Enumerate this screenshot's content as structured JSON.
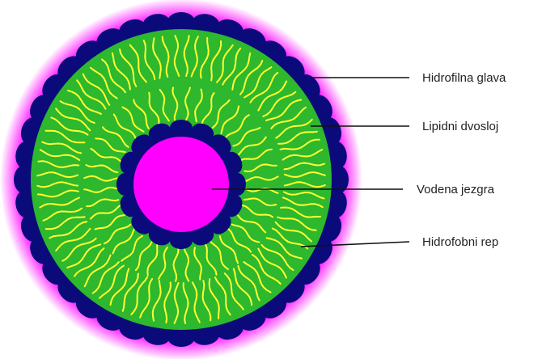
{
  "diagram": {
    "labels": [
      {
        "id": "head",
        "text": "Hidrofilna glava"
      },
      {
        "id": "bilayer",
        "text": "Lipidni dvosloj"
      },
      {
        "id": "core",
        "text": "Vodena jezgra"
      },
      {
        "id": "tail",
        "text": "Hidrofobni rep"
      }
    ]
  },
  "colors": {
    "halo": "#ff00ff",
    "core": "#ff00ff",
    "bilayer": "#2db82d",
    "heads": "#0a0a7a",
    "tails": "#ffff33",
    "leader": "#111111",
    "text": "#222222"
  },
  "structure": {
    "outer_head_count": 40,
    "inner_head_count": 16,
    "outer_tail_count": 80,
    "inner_tail_count": 44
  }
}
